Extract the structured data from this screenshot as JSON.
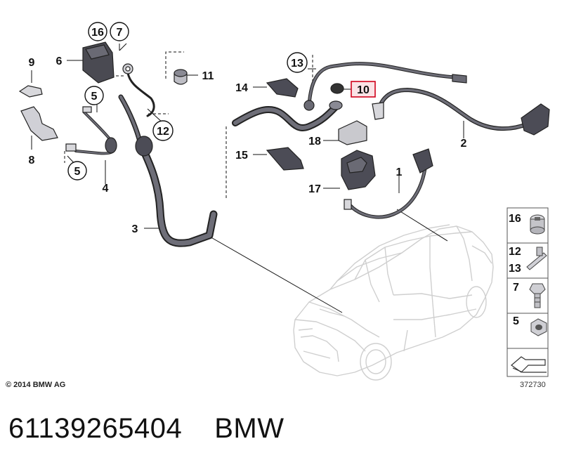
{
  "copyright": "© 2014 BMW AG",
  "diagram_number": "372730",
  "part_number": "61139265404",
  "brand": "BMW",
  "highlighted_callout": "10",
  "highlight_color": "#d0021b",
  "callouts": {
    "c1": "1",
    "c2": "2",
    "c3": "3",
    "c4": "4",
    "c5a": "5",
    "c5b": "5",
    "c6": "6",
    "c7": "7",
    "c8": "8",
    "c9": "9",
    "c10": "10",
    "c11": "11",
    "c12": "12",
    "c13": "13",
    "c14": "14",
    "c15": "15",
    "c16": "16",
    "c17": "17",
    "c18": "18"
  },
  "legend": {
    "l16": "16",
    "l12": "12",
    "l13": "13",
    "l7": "7",
    "l5": "5"
  }
}
